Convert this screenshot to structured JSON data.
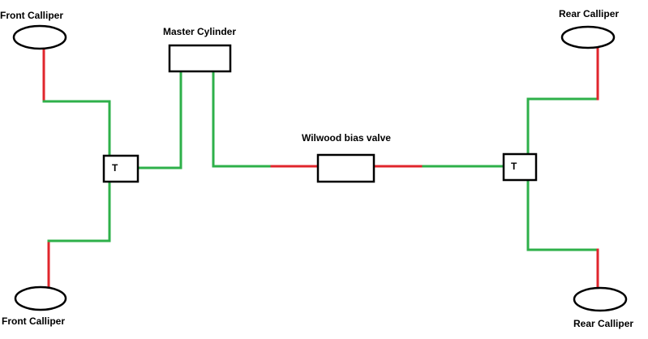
{
  "colors": {
    "green_line": "#2eb04a",
    "red_line": "#e0262c",
    "outline": "#000000",
    "background": "#ffffff"
  },
  "labels": {
    "front_caliper_top": "Front Calliper",
    "front_caliper_bottom": "Front Calliper",
    "rear_caliper_top": "Rear Calliper",
    "rear_caliper_bottom": "Rear Calliper",
    "master_cylinder": "Master Cylinder",
    "bias_valve": "Wilwood bias valve",
    "tee_left": "T",
    "tee_right": "T"
  }
}
